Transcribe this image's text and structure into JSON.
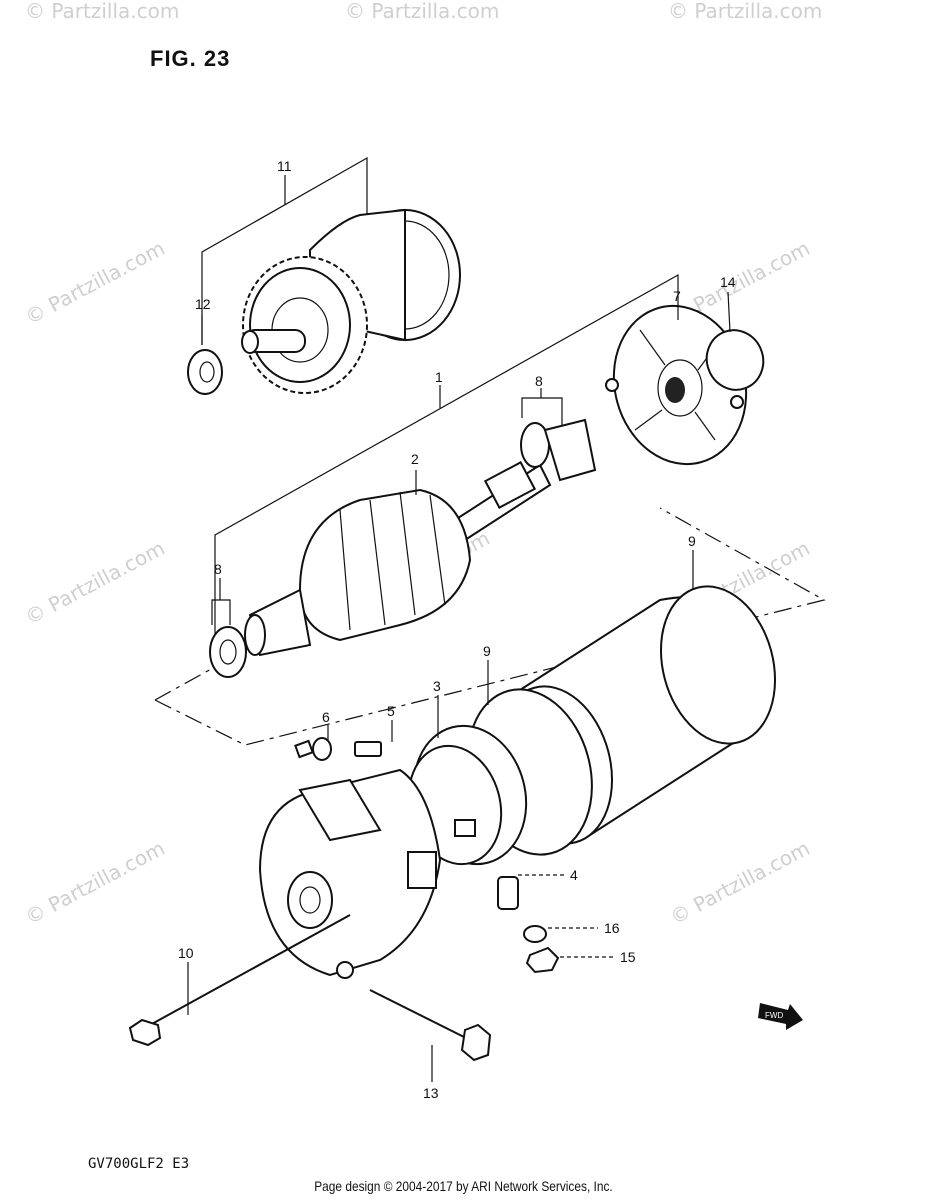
{
  "figure": {
    "title": "FIG. 23",
    "model_code": "GV700GLF2  E3",
    "footer": "Page design © 2004-2017 by ARI Network Services, Inc.",
    "watermark": "© Partzilla.com",
    "fwd_label": "FWD"
  },
  "callouts": [
    {
      "id": "c11",
      "label": "11"
    },
    {
      "id": "c12",
      "label": "12"
    },
    {
      "id": "c7",
      "label": "7"
    },
    {
      "id": "c14",
      "label": "14"
    },
    {
      "id": "c1",
      "label": "1"
    },
    {
      "id": "c8a",
      "label": "8"
    },
    {
      "id": "c2",
      "label": "2"
    },
    {
      "id": "c8b",
      "label": "8"
    },
    {
      "id": "c9a",
      "label": "9"
    },
    {
      "id": "c9b",
      "label": "9"
    },
    {
      "id": "c3",
      "label": "3"
    },
    {
      "id": "c6",
      "label": "6"
    },
    {
      "id": "c5",
      "label": "5"
    },
    {
      "id": "c4",
      "label": "4"
    },
    {
      "id": "c16",
      "label": "16"
    },
    {
      "id": "c15",
      "label": "15"
    },
    {
      "id": "c10",
      "label": "10"
    },
    {
      "id": "c13",
      "label": "13"
    }
  ]
}
